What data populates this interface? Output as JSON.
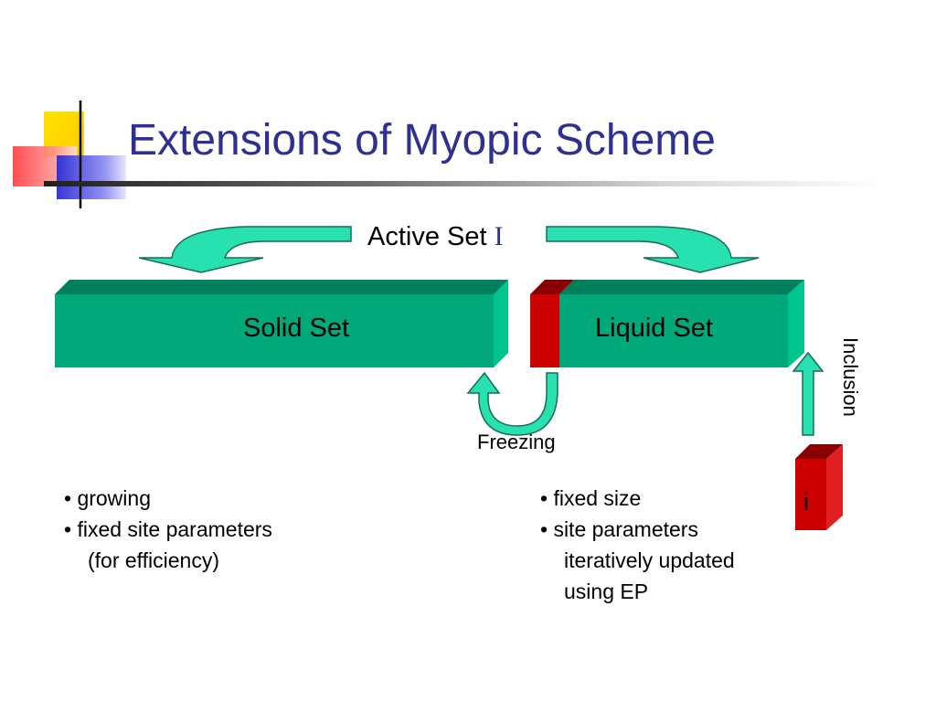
{
  "slide": {
    "title": "Extensions of Myopic Scheme"
  },
  "diagram": {
    "active_set_label": "Active Set",
    "active_set_symbol": "I",
    "solid_set_label": "Solid Set",
    "liquid_set_label": "Liquid Set",
    "freezing_label": "Freezing",
    "inclusion_label": "Inclusion",
    "new_element_label": "i"
  },
  "solid_notes": [
    "• growing",
    "• fixed site parameters",
    "(for efficiency)"
  ],
  "liquid_notes": [
    "• fixed size",
    "• site parameters",
    "iteratively updated",
    "using EP"
  ],
  "colors": {
    "title": "#2e3192",
    "set_box": "#00a87a",
    "set_box_top": "#007f5c",
    "arrow_fill": "#27e2b0",
    "red_block": "#cc0000"
  }
}
